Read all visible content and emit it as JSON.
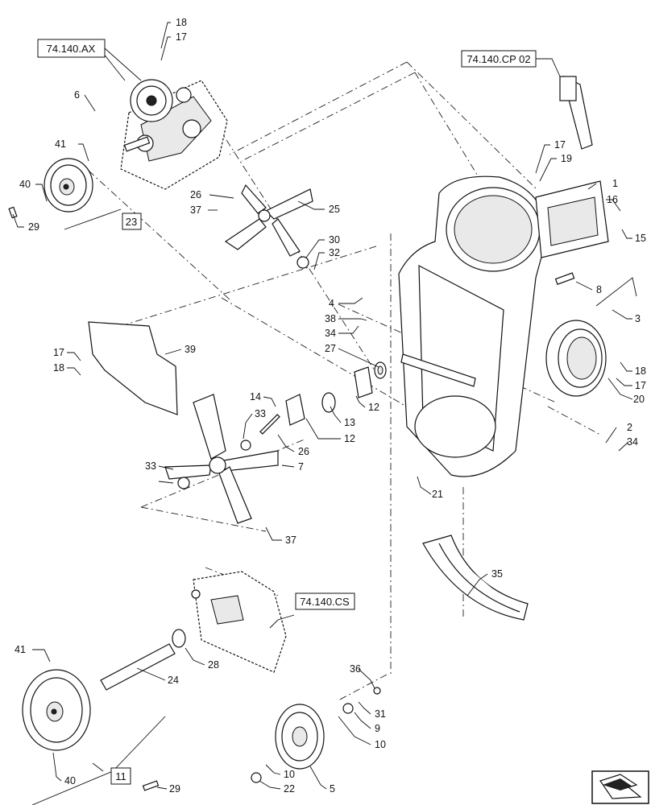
{
  "references": {
    "ax": "74.140.AX",
    "cp": "74.140.CP 02",
    "cs": "74.140.CS",
    "box23": "23",
    "box11": "11"
  },
  "callouts": {
    "c18a": "18",
    "c17a": "17",
    "c6": "6",
    "c41a": "41",
    "c40a": "40",
    "c29a": "29",
    "c26a": "26",
    "c37a": "37",
    "c25": "25",
    "c30": "30",
    "c32": "32",
    "c17b": "17",
    "c19": "19",
    "c1": "1",
    "c16": "16",
    "c15": "15",
    "c8": "8",
    "c3": "3",
    "c4": "4",
    "c38": "38",
    "c34a": "34",
    "c27": "27",
    "c39": "39",
    "c17c": "17",
    "c18b": "18",
    "c14": "14",
    "c13": "13",
    "c12a": "12",
    "c12b": "12",
    "c33a": "33",
    "c26b": "26",
    "c7": "7",
    "c33b": "33",
    "c37b": "37",
    "c18c": "18",
    "c17d": "17",
    "c20": "20",
    "c2": "2",
    "c34b": "34",
    "c21": "21",
    "c35": "35",
    "c28": "28",
    "c24": "24",
    "c41b": "41",
    "c40b": "40",
    "c29b": "29",
    "c36": "36",
    "c31": "31",
    "c9": "9",
    "c10a": "10",
    "c10b": "10",
    "c5": "5",
    "c22": "22"
  },
  "icons": {
    "nav": "arrow-navigation-icon"
  }
}
